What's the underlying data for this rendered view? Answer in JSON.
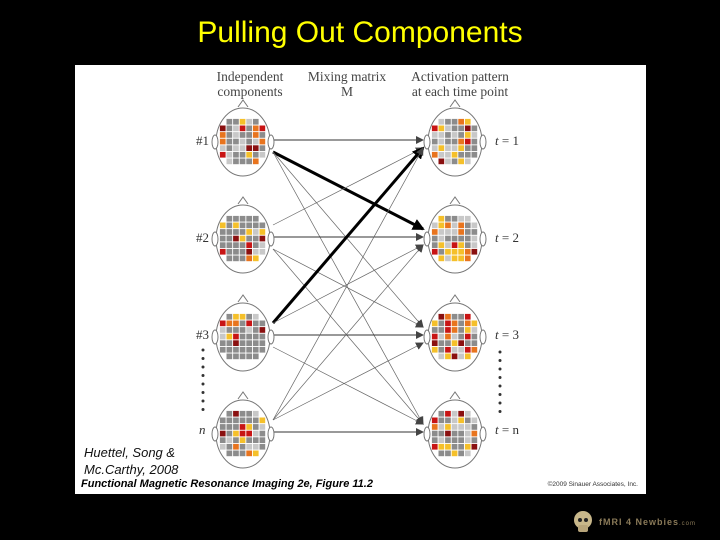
{
  "slide": {
    "title": "Pulling Out Components",
    "citation_line1": "Huettel, Song &",
    "citation_line2": "Mc.Carthy, 2008"
  },
  "figure": {
    "col_independent": [
      "Independent",
      "components"
    ],
    "col_mixing": [
      "Mixing matrix",
      "M"
    ],
    "col_activation": [
      "Activation pattern",
      "at each time point"
    ],
    "left_labels": [
      "#1",
      "#2",
      "#3",
      "n"
    ],
    "right_labels": [
      {
        "var": "t",
        "rest": " = 1"
      },
      {
        "var": "t",
        "rest": " = 2"
      },
      {
        "var": "t",
        "rest": " = 3"
      },
      {
        "var": "t",
        "rest": " = n"
      }
    ],
    "caption": "Functional Magnetic Resonance Imaging 2e, Figure 11.2",
    "copyright": "©2009 Sinauer Associates, Inc."
  },
  "logo": {
    "text": "fMRI 4 Newbies",
    "suffix": ".com"
  },
  "colors": {
    "title": "#ffff00",
    "gray": "#8c8c8c",
    "light_gray": "#c8c8c8",
    "yellow": "#f5c02a",
    "orange": "#e8741e",
    "red": "#c81414",
    "dark_red": "#8a1010"
  }
}
